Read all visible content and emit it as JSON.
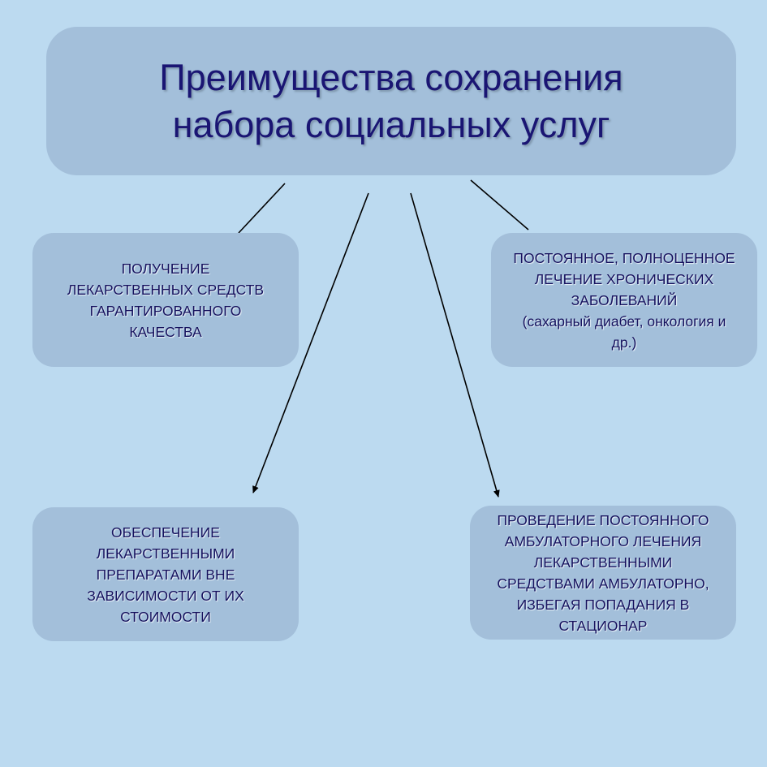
{
  "title": {
    "line1": "Преимущества сохранения",
    "line2": "набора социальных услуг"
  },
  "boxes": [
    {
      "lines": [
        "ПОЛУЧЕНИЕ",
        "ЛЕКАРСТВЕННЫХ СРЕДСТВ",
        "ГАРАНТИРОВАННОГО",
        "КАЧЕСТВА"
      ]
    },
    {
      "lines": [
        "ПОСТОЯННОЕ, ПОЛНОЦЕННОЕ",
        "ЛЕЧЕНИЕ ХРОНИЧЕСКИХ",
        "ЗАБОЛЕВАНИЙ",
        "(сахарный диабет, онкология и",
        "др.)"
      ]
    },
    {
      "lines": [
        "ОБЕСПЕЧЕНИЕ",
        "ЛЕКАРСТВЕННЫМИ",
        "ПРЕПАРАТАМИ ВНЕ",
        "ЗАВИСИМОСТИ ОТ ИХ",
        "СТОИМОСТИ"
      ]
    },
    {
      "lines": [
        "ПРОВЕДЕНИЕ ПОСТОЯННОГО",
        "АМБУЛАТОРНОГО ЛЕЧЕНИЯ",
        "ЛЕКАРСТВЕННЫМИ",
        "СРЕДСТВАМИ АМБУЛАТОРНО,",
        "ИЗБЕГАЯ ПОПАДАНИЯ В",
        "СТАЦИОНАР"
      ]
    }
  ],
  "colors": {
    "background": "#bcdaf0",
    "box_fill": "#a3bfda",
    "text": "#16125e",
    "connector": "#000000"
  }
}
